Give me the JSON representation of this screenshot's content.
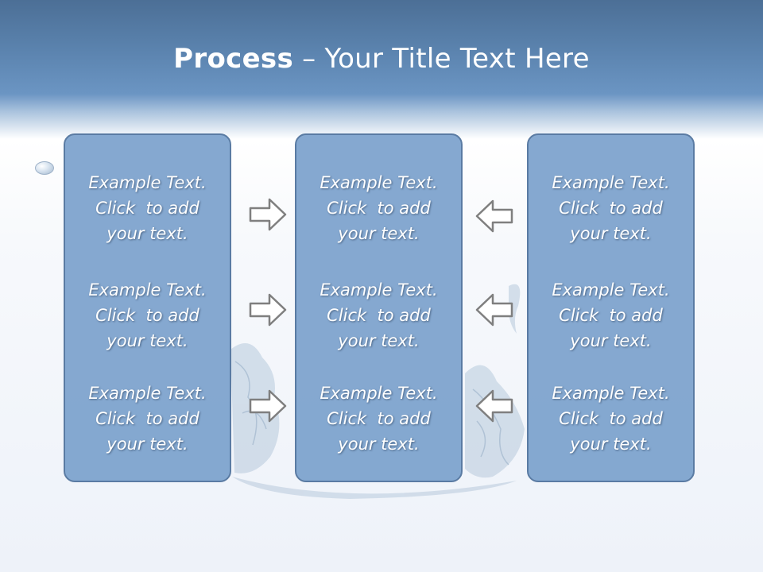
{
  "slide": {
    "title_bold": "Process",
    "title_rest": " – Your Title Text Here"
  },
  "columns": [
    {
      "items": [
        "Example Text.\nClick  to add\nyour text.",
        "Example Text.\nClick  to add\nyour text.",
        "Example Text.\nClick  to add\nyour text."
      ]
    },
    {
      "items": [
        "Example Text.\nClick  to add\nyour text.",
        "Example Text.\nClick  to add\nyour text.",
        "Example Text.\nClick  to add\nyour text."
      ]
    },
    {
      "items": [
        "Example Text.\nClick  to add\nyour text.",
        "Example Text.\nClick  to add\nyour text.",
        "Example Text.\nClick  to add\nyour text."
      ]
    }
  ],
  "arrows": {
    "left_group": "arrow-right-icon",
    "right_group": "arrow-left-icon"
  },
  "colors": {
    "header": "#5a82ad",
    "box_fill": "#7ca1cc",
    "box_border": "#5a7ba3",
    "text": "#ffffff"
  }
}
